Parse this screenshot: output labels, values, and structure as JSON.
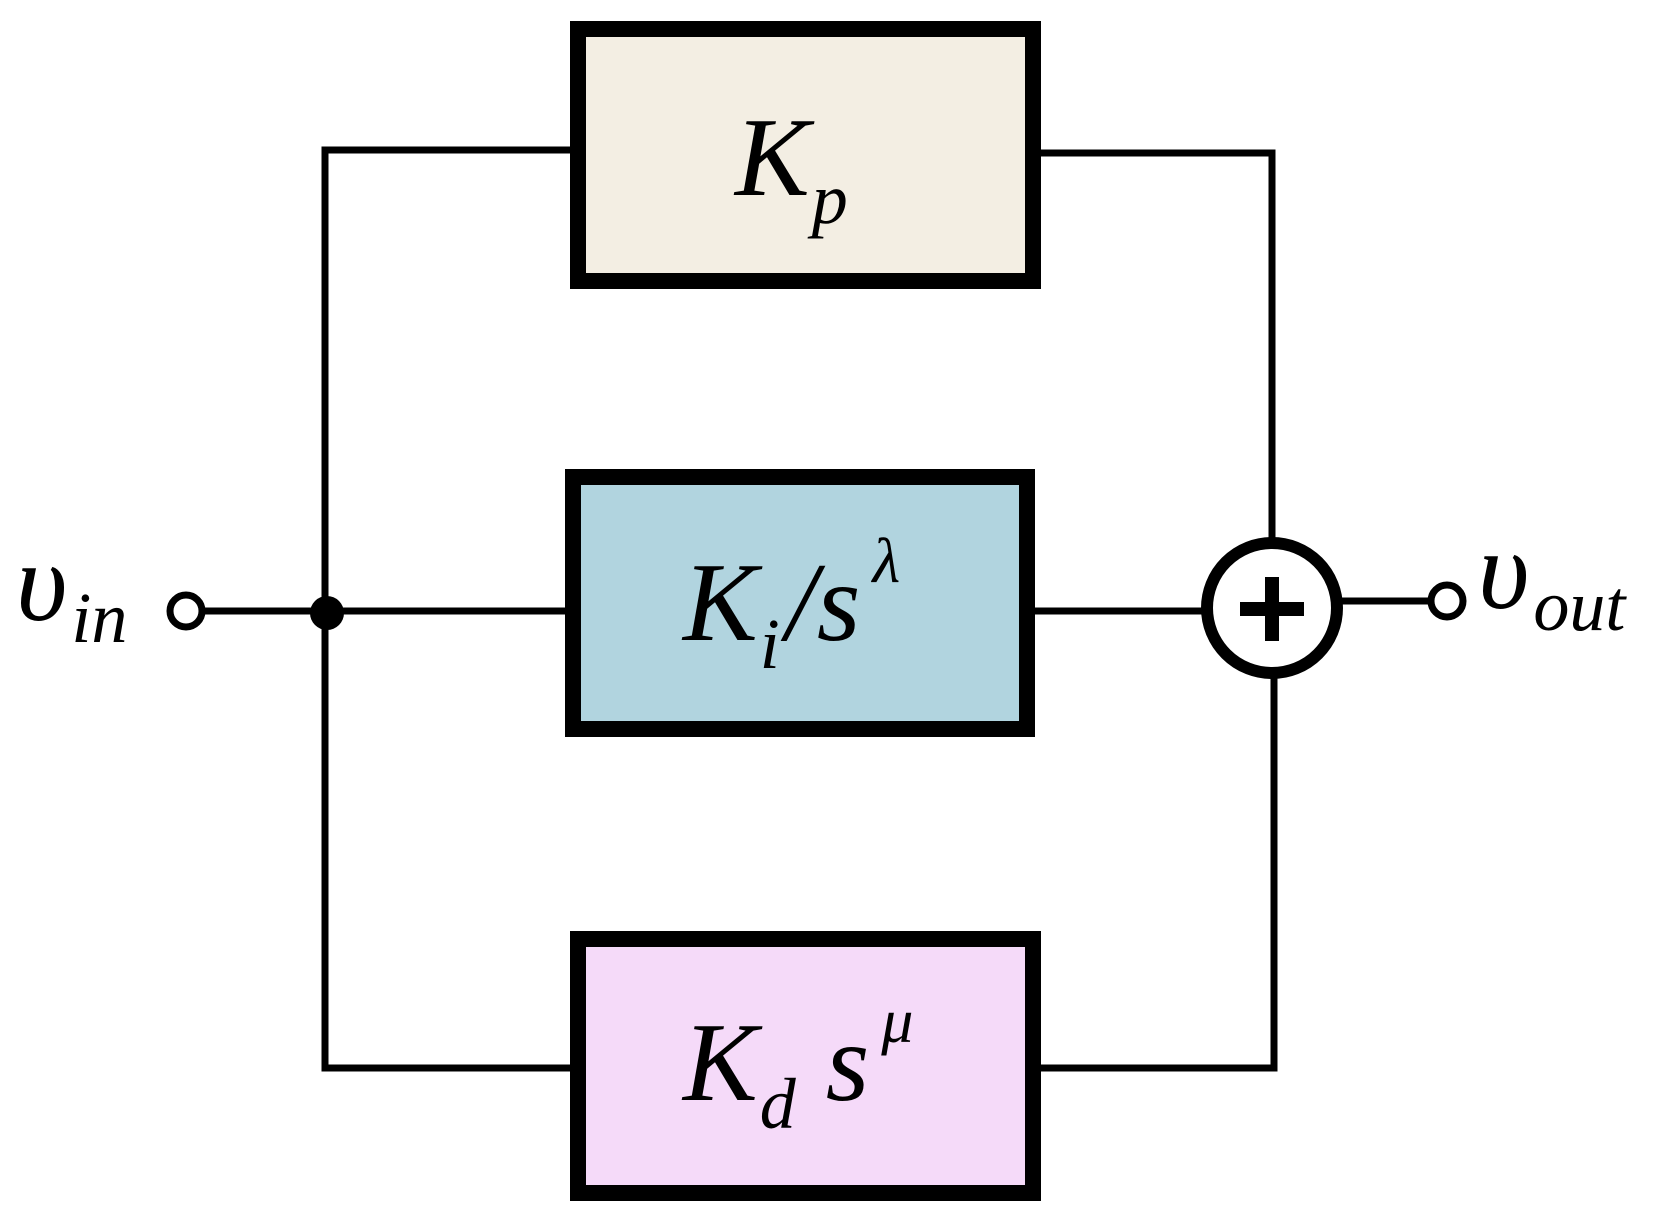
{
  "colors": {
    "kp_fill": "#F3EEE3",
    "ki_fill": "#B1D4DF",
    "kd_fill": "#F5DAF9",
    "line": "#000000",
    "background": "#FFFFFF"
  },
  "input": {
    "symbol": "υ",
    "subscript": "in"
  },
  "output": {
    "symbol": "υ",
    "subscript": "out"
  },
  "blocks": {
    "proportional": {
      "symbol": "K",
      "subscript": "p"
    },
    "integral": {
      "symbol": "K",
      "subscript": "i",
      "operator": "/",
      "variable": "s",
      "exponent": "λ"
    },
    "derivative": {
      "symbol": "K",
      "subscript": "d",
      "variable": "s",
      "exponent": "μ"
    }
  },
  "summer": {
    "symbol": "+"
  }
}
